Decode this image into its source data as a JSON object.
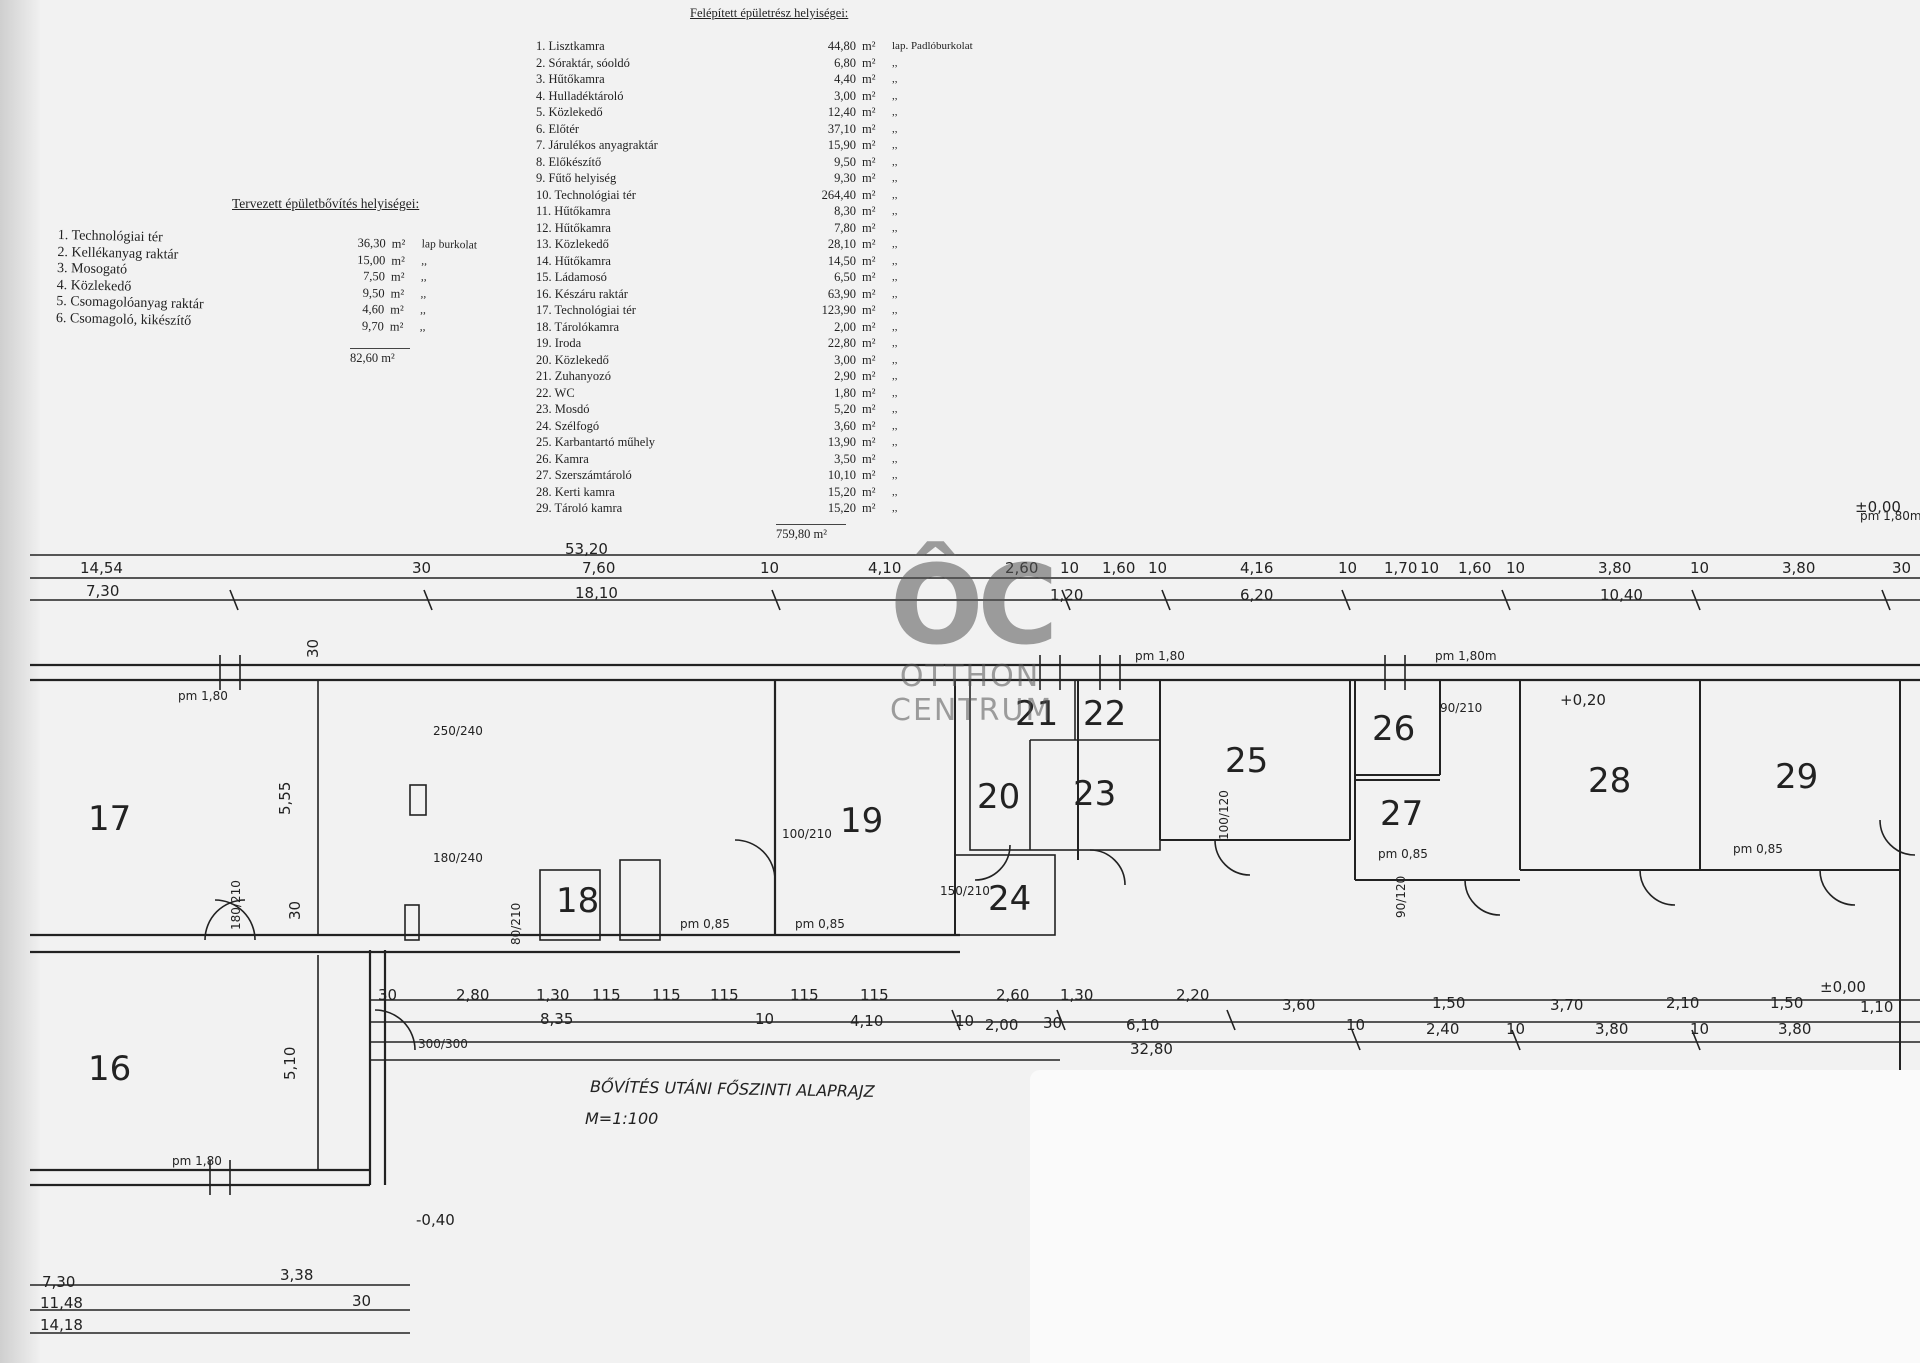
{
  "existing_rooms": {
    "title": "Felépített épületrész helyiségei:",
    "rows": [
      {
        "name": "1.  Lisztkamra",
        "area": "44,80",
        "unit": "m²",
        "note": "lap. Padlóburkolat"
      },
      {
        "name": "2.  Sóraktár, sóoldó",
        "area": "6,80",
        "unit": "m²",
        "note": ",,"
      },
      {
        "name": "3.  Hűtőkamra",
        "area": "4,40",
        "unit": "m²",
        "note": ",,"
      },
      {
        "name": "4.  Hulladéktároló",
        "area": "3,00",
        "unit": "m²",
        "note": ",,"
      },
      {
        "name": "5.  Közlekedő",
        "area": "12,40",
        "unit": "m²",
        "note": ",,"
      },
      {
        "name": "6.  Előtér",
        "area": "37,10",
        "unit": "m²",
        "note": ",,"
      },
      {
        "name": "7.  Járulékos anyagraktár",
        "area": "15,90",
        "unit": "m²",
        "note": ",,"
      },
      {
        "name": "8.  Előkészítő",
        "area": "9,50",
        "unit": "m²",
        "note": ",,"
      },
      {
        "name": "9.  Fűtő helyiség",
        "area": "9,30",
        "unit": "m²",
        "note": ",,"
      },
      {
        "name": "10. Technológiai tér",
        "area": "264,40",
        "unit": "m²",
        "note": ",,"
      },
      {
        "name": "11. Hűtőkamra",
        "area": "8,30",
        "unit": "m²",
        "note": ",,"
      },
      {
        "name": "12. Hűtőkamra",
        "area": "7,80",
        "unit": "m²",
        "note": ",,"
      },
      {
        "name": "13. Közlekedő",
        "area": "28,10",
        "unit": "m²",
        "note": ",,"
      },
      {
        "name": "14. Hűtőkamra",
        "area": "14,50",
        "unit": "m²",
        "note": ",,"
      },
      {
        "name": "15. Ládamosó",
        "area": "6,50",
        "unit": "m²",
        "note": ",,"
      },
      {
        "name": "16. Készáru raktár",
        "area": "63,90",
        "unit": "m²",
        "note": ",,"
      },
      {
        "name": "17. Technológiai tér",
        "area": "123,90",
        "unit": "m²",
        "note": ",,"
      },
      {
        "name": "18. Tárolókamra",
        "area": "2,00",
        "unit": "m²",
        "note": ",,"
      },
      {
        "name": "19. Iroda",
        "area": "22,80",
        "unit": "m²",
        "note": ",,"
      },
      {
        "name": "20. Közlekedő",
        "area": "3,00",
        "unit": "m²",
        "note": ",,"
      },
      {
        "name": "21. Zuhanyozó",
        "area": "2,90",
        "unit": "m²",
        "note": ",,"
      },
      {
        "name": "22. WC",
        "area": "1,80",
        "unit": "m²",
        "note": ",,"
      },
      {
        "name": "23. Mosdó",
        "area": "5,20",
        "unit": "m²",
        "note": ",,"
      },
      {
        "name": "24. Szélfogó",
        "area": "3,60",
        "unit": "m²",
        "note": ",,"
      },
      {
        "name": "25. Karbantartó műhely",
        "area": "13,90",
        "unit": "m²",
        "note": ",,"
      },
      {
        "name": "26. Kamra",
        "area": "3,50",
        "unit": "m²",
        "note": ",,"
      },
      {
        "name": "27. Szerszámtároló",
        "area": "10,10",
        "unit": "m²",
        "note": ",,"
      },
      {
        "name": "28. Kerti kamra",
        "area": "15,20",
        "unit": "m²",
        "note": ",,"
      },
      {
        "name": "29. Tároló kamra",
        "area": "15,20",
        "unit": "m²",
        "note": ",,"
      }
    ],
    "total": "759,80 m²"
  },
  "planned_rooms": {
    "title": "Tervezett épületbővítés helyiségei:",
    "rows": [
      {
        "name": "1.  Technológiai tér",
        "area": "36,30",
        "unit": "m²",
        "note": "lap burkolat"
      },
      {
        "name": "2.  Kellékanyag raktár",
        "area": "15,00",
        "unit": "m²",
        "note": ",,"
      },
      {
        "name": "3.  Mosogató",
        "area": "7,50",
        "unit": "m²",
        "note": ",,"
      },
      {
        "name": "4.  Közlekedő",
        "area": "9,50",
        "unit": "m²",
        "note": ",,"
      },
      {
        "name": "5.  Csomagolóanyag raktár",
        "area": "4,60",
        "unit": "m²",
        "note": ",,"
      },
      {
        "name": "6.  Csomagoló, kikészítő",
        "area": "9,70",
        "unit": "m²",
        "note": ",,"
      }
    ],
    "total": "82,60  m²"
  },
  "plan": {
    "caption_line1": "BŐVÍTÉS UTÁNI FŐSZINTI ALAPRAJZ",
    "caption_line2": "M=1:100",
    "rooms": [
      "16",
      "17",
      "18",
      "19",
      "20",
      "21",
      "22",
      "23",
      "24",
      "25",
      "26",
      "27",
      "28",
      "29"
    ],
    "level_labels": [
      "±0,00",
      "+0,20",
      "±0,00",
      "-0,40"
    ],
    "top_dims_row1": [
      "14,54",
      "30",
      "7,60",
      "10",
      "4,10",
      "2,60",
      "10",
      "1,60",
      "10",
      "4,16",
      "10",
      "1,70",
      "10",
      "1,60",
      "10",
      "3,80",
      "10",
      "3,80",
      "30"
    ],
    "top_dims_row2": [
      "7,30",
      "18,10",
      "1,20",
      "6,20",
      "10,40"
    ],
    "overall_top": "53,20",
    "bottom_dims_row1": [
      "30",
      "2,80",
      "1,30",
      "115",
      "115",
      "115",
      "115",
      "115",
      "2,60",
      "1,30",
      "2,20",
      "3,60",
      "1,50",
      "3,70",
      "2,10",
      "1,50",
      "1,10"
    ],
    "bottom_dims_row2": [
      "8,35",
      "10",
      "4,10",
      "10",
      "2,00",
      "30",
      "6,10",
      "10",
      "2,40",
      "10",
      "3,80",
      "10",
      "3,80"
    ],
    "overall_bottom": "32,80",
    "left_dims": [
      "7,30",
      "3,38",
      "11,48",
      "30",
      "14,18"
    ],
    "vertical_dims": [
      "5,55",
      "30",
      "5,10",
      "30"
    ],
    "door_labels": [
      "100/210",
      "180/210",
      "80/210",
      "150/210",
      "90/210",
      "100/120",
      "250/240",
      "180/240",
      "90/120",
      "300/300"
    ],
    "parapets": [
      "pm 1,80",
      "pm 1,80",
      "pm 1,80",
      "pm 1,80m",
      "pm 0,85",
      "pm 0,85",
      "pm 0,85",
      "pm 0,85",
      "pm 1,80m"
    ]
  },
  "watermark": {
    "mark": "ÔC",
    "brand_line1": "OTTHON",
    "brand_line2": "CENTRUM"
  }
}
